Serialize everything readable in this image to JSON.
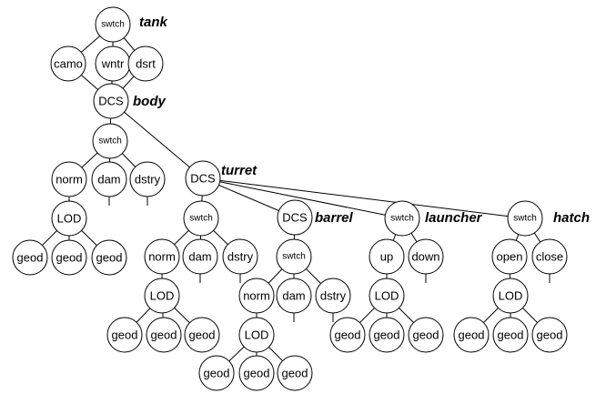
{
  "labels": {
    "tank": "tank",
    "body": "body",
    "turret": "turret",
    "barrel": "barrel",
    "launcher": "launcher",
    "hatch": "hatch"
  },
  "nodes": {
    "tank_swtch": "swtch",
    "camo": "camo",
    "wntr": "wntr",
    "dsrt": "dsrt",
    "body_dcs": "DCS",
    "body_swtch": "swtch",
    "body_norm": "norm",
    "body_dam": "dam",
    "body_dstry": "dstry",
    "body_lod": "LOD",
    "body_geod1": "geod",
    "body_geod2": "geod",
    "body_geod3": "geod",
    "turret_dcs": "DCS",
    "turret_swtch": "swtch",
    "turret_norm": "norm",
    "turret_dam": "dam",
    "turret_dstry": "dstry",
    "turret_lod": "LOD",
    "turret_geod1": "geod",
    "turret_geod2": "geod",
    "turret_geod3": "geod",
    "barrel_dcs": "DCS",
    "barrel_swtch": "swtch",
    "barrel_norm": "norm",
    "barrel_dam": "dam",
    "barrel_dstry": "dstry",
    "barrel_lod": "LOD",
    "barrel_geod1": "geod",
    "barrel_geod2": "geod",
    "barrel_geod3": "geod",
    "launcher_swtch": "swtch",
    "launcher_up": "up",
    "launcher_down": "down",
    "launcher_lod": "LOD",
    "launcher_geod1": "geod",
    "launcher_geod2": "geod",
    "launcher_geod3": "geod",
    "hatch_swtch": "swtch",
    "hatch_open": "open",
    "hatch_close": "close",
    "hatch_lod": "LOD",
    "hatch_geod1": "geod",
    "hatch_geod2": "geod",
    "hatch_geod3": "geod"
  }
}
